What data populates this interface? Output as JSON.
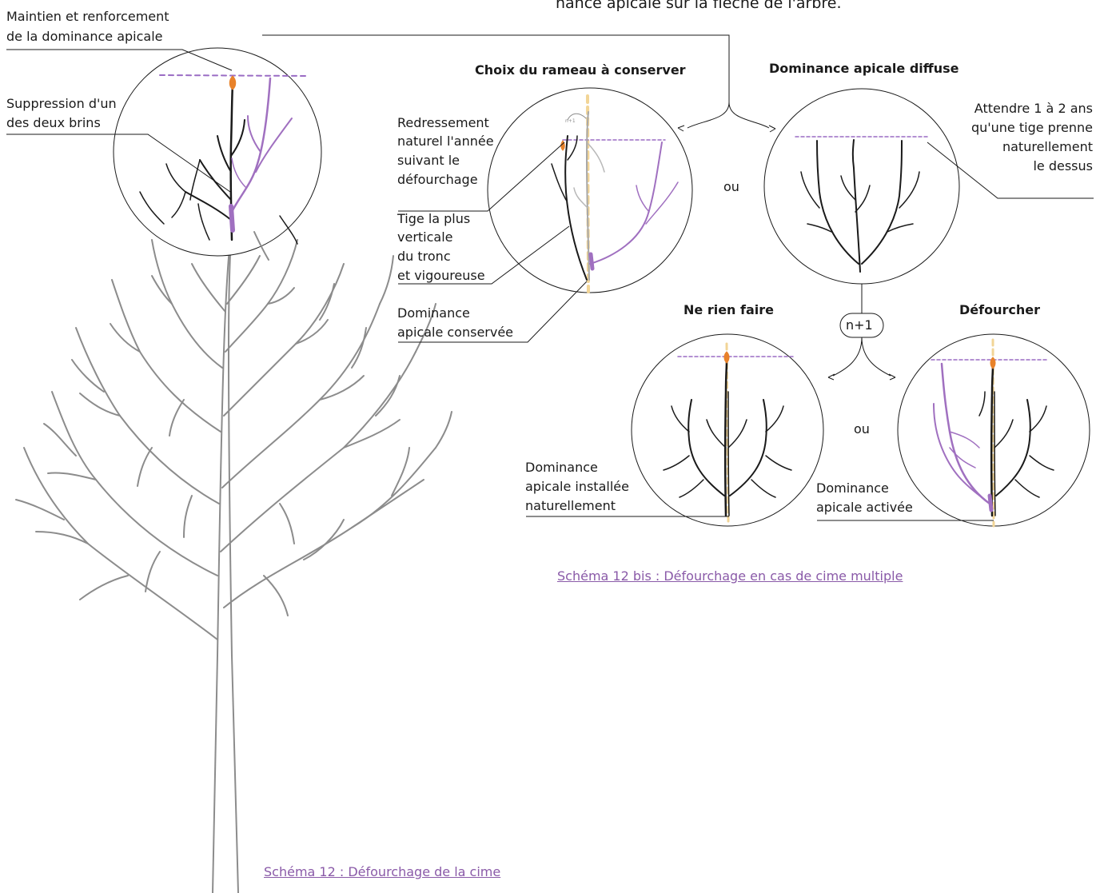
{
  "top_partial_text": "nance apicale sur la flèche de l'arbre.",
  "left_panel": {
    "label_apical": [
      "Maintien et renforcement",
      "de la dominance apicale"
    ],
    "label_suppression": [
      "Suppression d'un",
      "des deux brins"
    ],
    "caption": "Schéma 12 : Défourchage de la cime"
  },
  "right_panel": {
    "headings": {
      "choix": "Choix du rameau à conserver",
      "diffuse": "Dominance apicale diffuse",
      "rien": "Ne rien faire",
      "defourcher": "Défourcher"
    },
    "labels": {
      "redressement": [
        "Redressement",
        "naturel l'année",
        "suivant le",
        "défourchage"
      ],
      "tige": [
        "Tige la plus",
        "verticale",
        "du tronc",
        "et vigoureuse"
      ],
      "conservee": [
        "Dominance",
        "apicale conservée"
      ],
      "attendre": [
        "Attendre 1 à 2 ans",
        "qu'une tige prenne",
        "naturellement",
        "le dessus"
      ],
      "installee": [
        "Dominance",
        "apicale installée",
        "naturellement"
      ],
      "activee": [
        "Dominance",
        "apicale activée"
      ]
    },
    "ou": "ou",
    "step": "n+1",
    "small_step": "n+1",
    "caption": "Schéma 12 bis : Défourchage en cas de cime multiple"
  },
  "colors": {
    "tree_gray": "#8c8c8c",
    "purple": "#a070c0",
    "purple_dashed": "#9a6cc4",
    "orange": "#e8822a",
    "yellow_dashed": "#f2d597",
    "ink": "#1a1a1a"
  }
}
